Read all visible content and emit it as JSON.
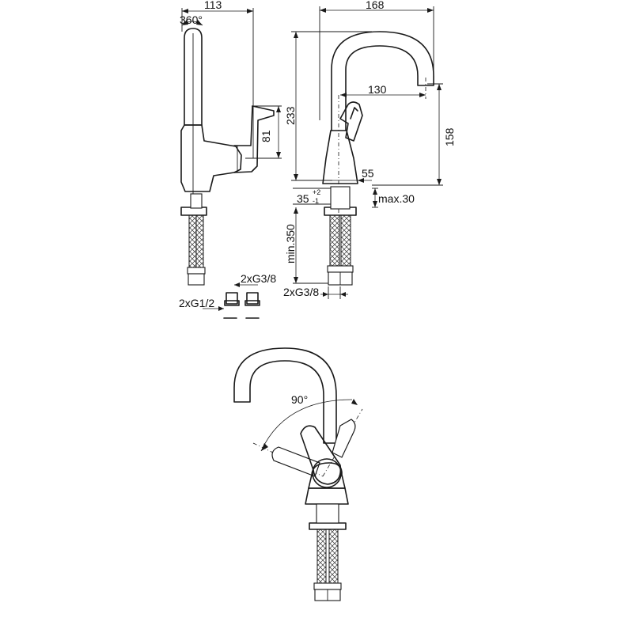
{
  "side_view": {
    "width_label": "113",
    "rotation_label": "360°",
    "lever_height_label": "81",
    "outlet_thread_label": "2xG3/8",
    "inlet_thread_label": "2xG1/2"
  },
  "front_view": {
    "width_label": "168",
    "total_height_label": "233",
    "reach_label": "130",
    "spout_height_label": "158",
    "base_diameter_label": "55",
    "mount_label": "35",
    "tolerance_plus": "+2",
    "tolerance_minus": "-1",
    "max_label": "max.30",
    "hose_length_label": "min.350",
    "hose_thread_label": "2xG3/8"
  },
  "top_view": {
    "lever_angle_label": "90°"
  }
}
